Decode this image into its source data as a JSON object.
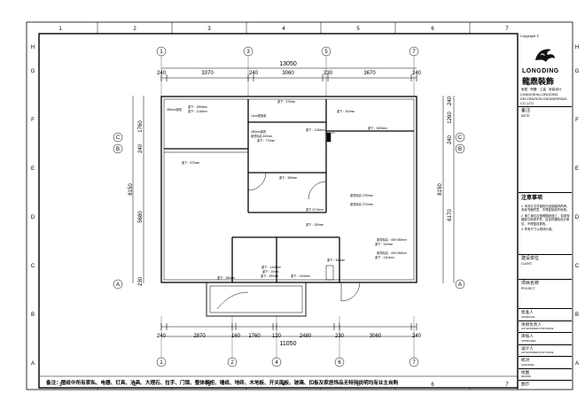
{
  "border": {
    "col_numbers": [
      "1",
      "2",
      "3",
      "4",
      "5",
      "6",
      "7"
    ],
    "row_letters": [
      "A",
      "B",
      "C",
      "D",
      "E",
      "F",
      "G",
      "H"
    ]
  },
  "plan": {
    "overall_top": "13050",
    "overall_bottom": "11050",
    "top_dims": [
      "240",
      "3370",
      "240",
      "3060",
      "230",
      "3670",
      "240"
    ],
    "bottom_dims": [
      "240",
      "2870",
      "160",
      "1760",
      "120",
      "2480",
      "230",
      "3060",
      "240"
    ],
    "left_dims": [
      "8150",
      "1760",
      "240",
      "5680",
      "230"
    ],
    "right_dims": [
      "8150",
      "6170",
      "240",
      "1260",
      "240"
    ],
    "grid_top": [
      "1",
      "3",
      "5",
      "7"
    ],
    "grid_bottom": [
      "1",
      "2",
      "4",
      "6",
      "7"
    ],
    "grid_rows": [
      "A",
      "B",
      "C"
    ],
    "room_labels": [
      "250mm梁底",
      "梁下：1850mm",
      "梁下：1140mm",
      "梁下：870mm",
      "梁下：370mm",
      "梁下：300mm",
      "12cm框架梁",
      "250mm梁底",
      "原顶标高 400mm",
      "梁下：770mm",
      "梁下：1150mm",
      "梁下：980mm",
      "原顶标高 2750mm",
      "梁下 2170mm",
      "原顶标高 2700mm",
      "梁下：280mm",
      "原顶标高：400×350mm",
      "梁下：340mm",
      "原顶标高：400×250mm",
      "梁下：3110mm",
      "梁下：360mm",
      "梁下：2800mm",
      "梁下：280mm",
      "梁下：1440mm",
      "梁下：20mm",
      "梁下：390mm",
      "梁下：1000mm"
    ],
    "note": "备注：图纸中所有家私、电器、灯具、洁具、大理石、拉手、门锁、整体橱柜、墙纸、地砖、木地板、开关面板、玻璃、扣板及家居饰品无特别说明均有业主自购"
  },
  "title_block": {
    "copyright": "Copyright ©",
    "brand_roman": "LONGDING",
    "brand_cn": "龍鼎裝飾",
    "tagline": "家居 · 别墅 · 工装 · 软装设计",
    "company_en": "CHANGSHA LONGDING DECORATION ENGINEERING CO.,LTD",
    "remarks_label": "备注:",
    "remarks_en": "NOTE",
    "notes_title": "注意事项",
    "notes": [
      "1. 本设计文件版权归龙鼎装饰所有，未经书面同意，不得复制或作他用。",
      "2. 施工单位应按照图纸施工，如发现图纸与现场不符，应及时通知设计单位，不得擅自更改。",
      "3. 所有尺寸以现场为准。"
    ],
    "client_label": "建设单位",
    "client_en": "CLIENT",
    "project_label": "项目名称",
    "project_en": "PROJECT",
    "rows": [
      {
        "cn": "批准人",
        "en": "APPROVAL"
      },
      {
        "cn": "项目负责人",
        "en": "AUTHORIZED FOR ISSUE"
      },
      {
        "cn": "审核人",
        "en": "APPROVED"
      },
      {
        "cn": "设计人",
        "en": "AUTHORIZED FOR ISSUE"
      },
      {
        "cn": "校对",
        "en": "CHECKED"
      },
      {
        "cn": "绘图",
        "en": "DRAWN"
      },
      {
        "cn": "图示",
        "en": ""
      }
    ]
  }
}
